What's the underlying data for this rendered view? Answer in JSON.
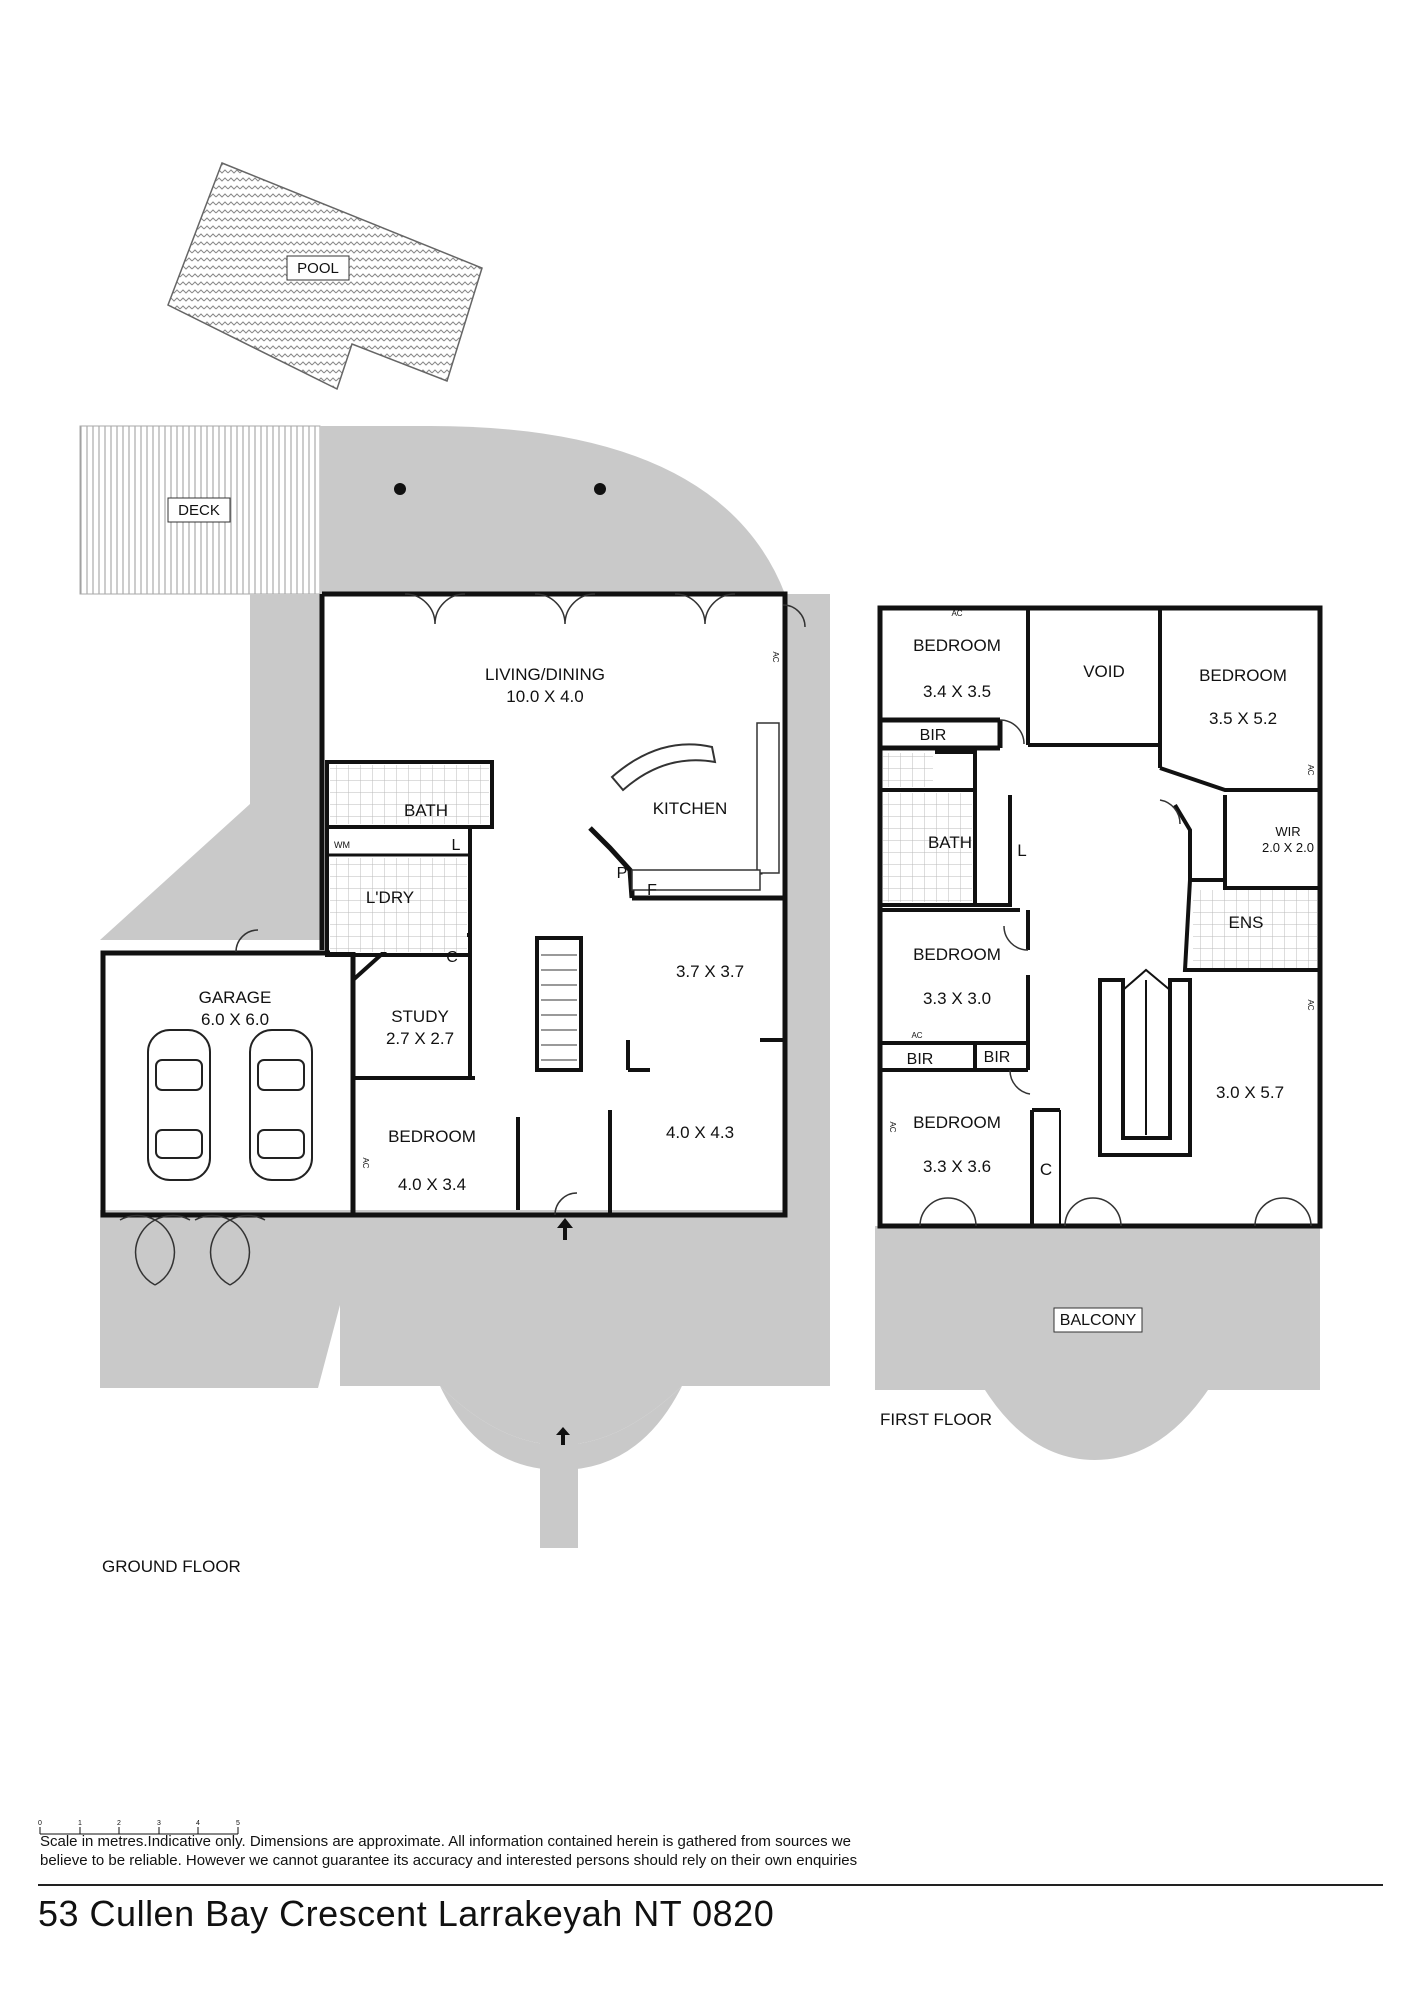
{
  "address": "53 Cullen Bay Crescent Larrakeyah NT 0820",
  "disclaimer": {
    "line1": "Scale in metres.Indicative only. Dimensions are approximate. All information contained herein is gathered from sources we",
    "line2": "believe to be reliable. However we cannot guarantee its accuracy and interested persons should rely on their own enquiries"
  },
  "scale_ticks": [
    "0",
    "1",
    "2",
    "3",
    "4",
    "5"
  ],
  "ground_floor": {
    "title": "GROUND FLOOR",
    "pool": "POOL",
    "deck": "DECK",
    "living": {
      "name": "LIVING/DINING",
      "dims": "10.0 X 4.0"
    },
    "kitchen": "KITCHEN",
    "bath": "BATH",
    "laundry": "L'DRY",
    "linen": "L",
    "pantry": "P",
    "fridge": "F",
    "cupboard": "C",
    "washer": "WM",
    "garage": {
      "name": "GARAGE",
      "dims": "6.0 X 6.0"
    },
    "study": {
      "name": "STUDY",
      "dims": "2.7 X 2.7"
    },
    "bedroom": {
      "name": "BEDROOM",
      "dims": "4.0 X 3.4"
    },
    "room_a": {
      "dims": "3.7 X 3.7"
    },
    "room_b": {
      "dims": "4.0 X 4.3"
    },
    "ac": "AC"
  },
  "first_floor": {
    "title": "FIRST FLOOR",
    "bedroom1": {
      "name": "BEDROOM",
      "dims": "3.4 X 3.5"
    },
    "void": "VOID",
    "bedroom2": {
      "name": "BEDROOM",
      "dims": "3.5 X 5.2"
    },
    "bir": "BIR",
    "bath": "BATH",
    "linen": "L",
    "wir": {
      "name": "WIR",
      "dims": "2.0 X 2.0"
    },
    "ens": "ENS",
    "bedroom3": {
      "name": "BEDROOM",
      "dims": "3.3 X 3.0"
    },
    "bedroom4": {
      "name": "BEDROOM",
      "dims": "3.3 X 3.6"
    },
    "room_c": {
      "dims": "3.0 X 5.7"
    },
    "cupboard": "C",
    "balcony": "BALCONY",
    "ac": "AC"
  }
}
